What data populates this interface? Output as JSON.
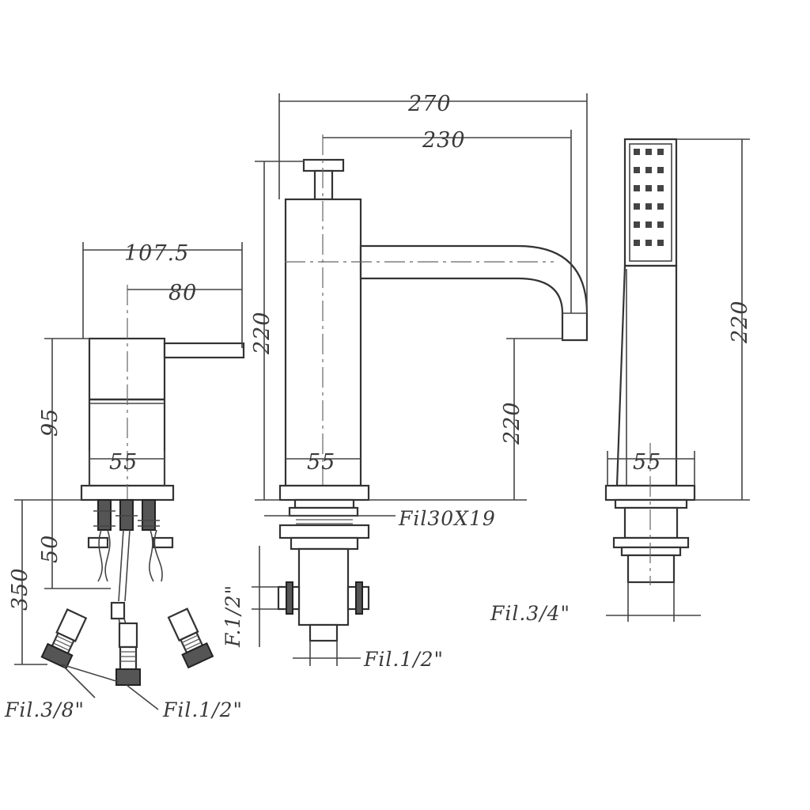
{
  "dimensions": {
    "lever_width_total": "107.5",
    "lever_handle": "80",
    "lever_height": "95",
    "lever_base": "55",
    "lever_connection_height": "50",
    "hose_length": "350",
    "spout_projection": "270",
    "spout_reach": "230",
    "spout_height": "220",
    "spout_outlet_height": "220",
    "spout_base": "55",
    "shower_height": "220",
    "shower_base": "55"
  },
  "threads": {
    "spout_mount": "Fil30X19",
    "spout_side": "F.1/2\"",
    "spout_bottom": "Fil.1/2\"",
    "shower_connection": "Fil.3/4\"",
    "lever_hot_cold": "Fil.3/8\"",
    "lever_outlet": "Fil.1/2\""
  }
}
